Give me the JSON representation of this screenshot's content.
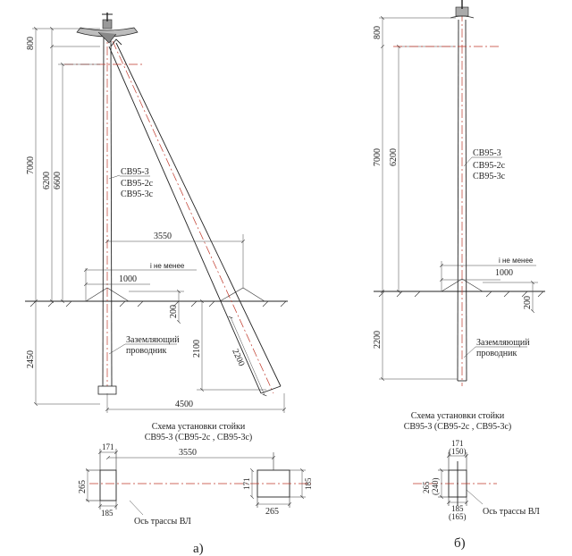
{
  "figure_a": {
    "label": "а)",
    "caption_line1": "Схема установки стойки",
    "caption_line2": "СВ95-3 (СВ95-2с , СВ95-3с)",
    "pole_types": [
      "СВ95-3",
      "СВ95-2с",
      "СВ95-3с"
    ],
    "dims": {
      "d800": "800",
      "d7000": "7000",
      "d6200": "6200",
      "d6600": "6600",
      "d2450": "2450",
      "d3550": "3550",
      "d1000": "1000",
      "d200": "200",
      "d2100": "2100",
      "d2200": "2200",
      "d4500": "4500"
    },
    "slope_note": "i не менее",
    "ground_label_1": "Заземляющий",
    "ground_label_2": "проводник",
    "plan": {
      "d171_top": "171",
      "d3550": "3550",
      "d265_left": "265",
      "d185_left": "185",
      "d171_right": "171",
      "d185_right": "185",
      "d265_right": "265",
      "axis_label": "Ось трассы ВЛ"
    }
  },
  "figure_b": {
    "label": "б)",
    "caption_line1": "Схема установки стойки",
    "caption_line2": "СВ95-3 (СВ95-2с , СВ95-3с)",
    "pole_types": [
      "СВ95-3",
      "СВ95-2с",
      "СВ95-3с"
    ],
    "dims": {
      "d800": "800",
      "d7000": "7000",
      "d6200": "6200",
      "d2200": "2200",
      "d1000": "1000",
      "d200": "200"
    },
    "slope_note": "i не менее",
    "ground_label_1": "Заземляющий",
    "ground_label_2": "проводник",
    "plan": {
      "d171": "171",
      "d150": "(150)",
      "d265": "265",
      "d240": "(240)",
      "d185": "185",
      "d165": "(165)",
      "axis_label": "Ось трассы ВЛ"
    }
  }
}
